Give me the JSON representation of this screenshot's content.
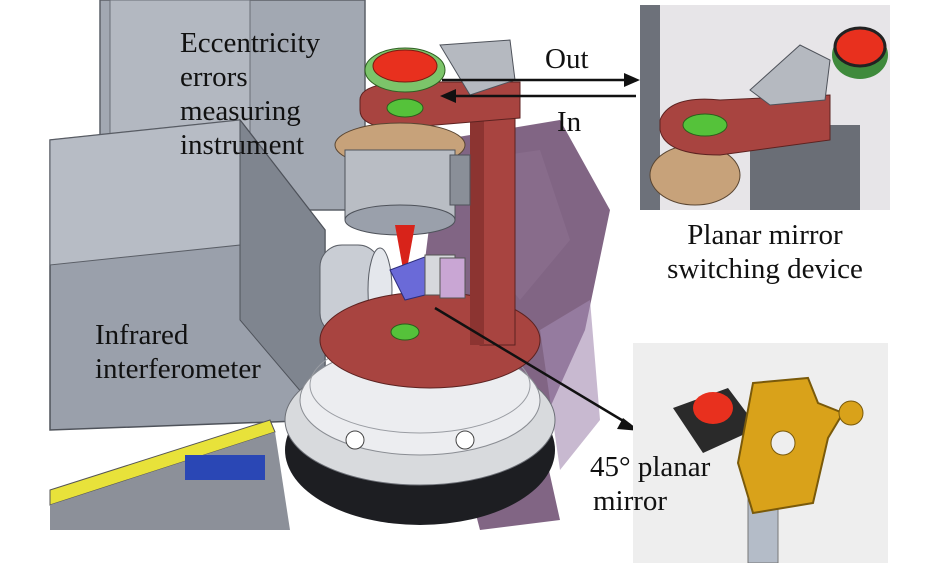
{
  "labels": {
    "eccentricity": [
      "Eccentricity",
      "errors",
      "measuring",
      "instrument"
    ],
    "out": "Out",
    "in": "In",
    "switching": [
      "Planar mirror",
      "switching device"
    ],
    "interferometer": [
      "Infrared",
      "interferometer"
    ],
    "mirror45": [
      "45° planar",
      "mirror"
    ]
  },
  "colors": {
    "machine_gray": "#9aa0ab",
    "base_red": "#a84440",
    "mirror_red": "#e8301e",
    "lens_green": "#55c23a",
    "fixture_gold": "#d9a21a",
    "marble": "#6b4a6e",
    "rail_yellow": "#e8e23a"
  }
}
